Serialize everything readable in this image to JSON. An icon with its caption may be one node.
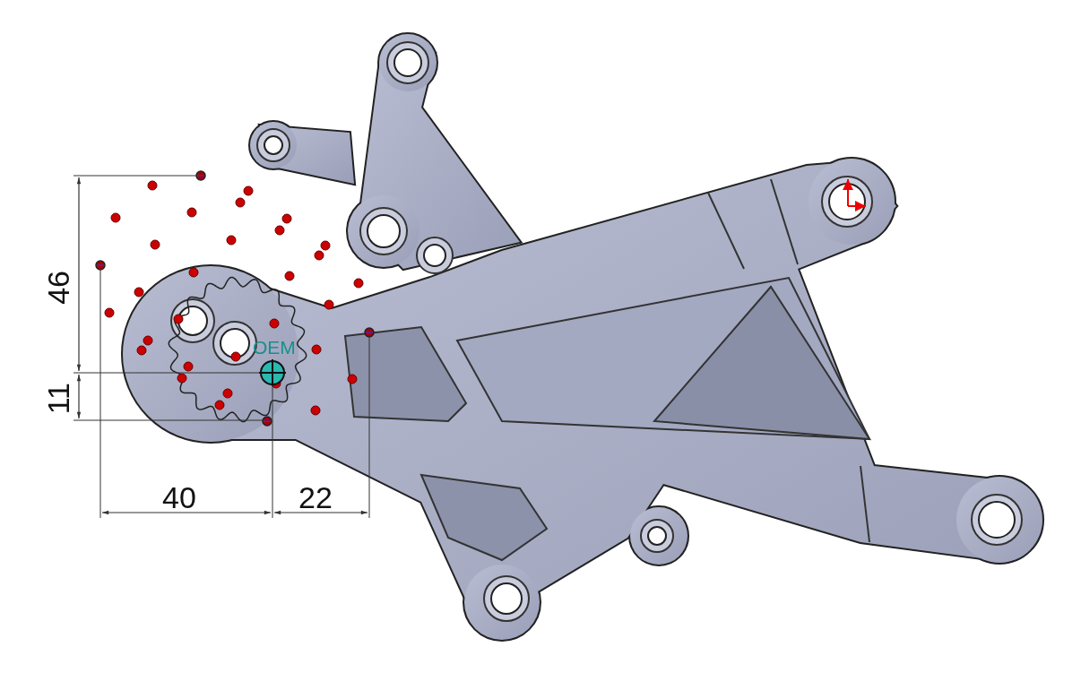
{
  "diagram": {
    "labels": [
      "46",
      "11",
      "40",
      "22",
      "OEM"
    ]
  }
}
